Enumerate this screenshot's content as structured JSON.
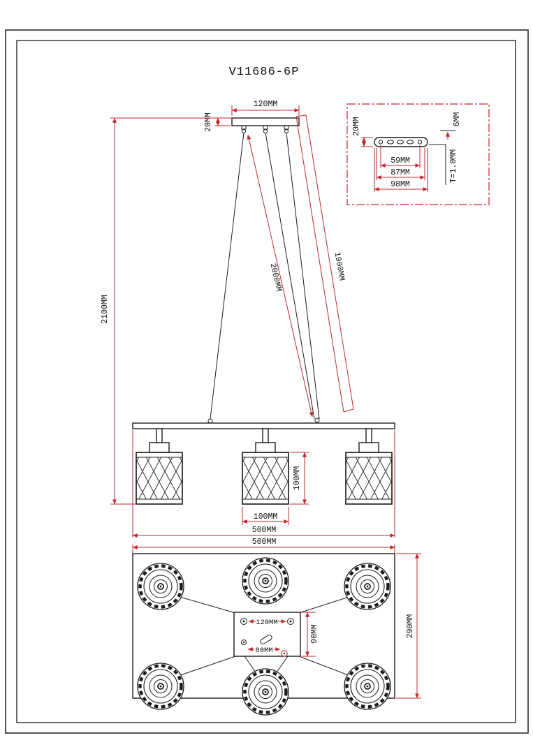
{
  "title": "V11686-6P",
  "colors": {
    "drawing_line": "#1c1c1c",
    "dimension_line": "#c2272d",
    "text": "#111111",
    "background": "#ffffff"
  },
  "elevation": {
    "canopy_width": "120MM",
    "canopy_height": "20MM",
    "overall_drop": "2100MM",
    "wire_length_a": "2000MM",
    "wire_length_b": "1900MM",
    "shade_height": "100MM",
    "shade_diameter": "100MM",
    "frame_width": "500MM"
  },
  "canopy_detail": {
    "plate_height": "20MM",
    "hole_pitch": "59MM",
    "body_width": "87MM",
    "overall_width": "98MM",
    "hole_height": "6MM",
    "thickness": "T=1.0MM"
  },
  "plan": {
    "frame_width": "500MM",
    "frame_depth": "290MM",
    "plate_width": "120MM",
    "plate_depth": "90MM",
    "slot_pitch": "80MM"
  }
}
